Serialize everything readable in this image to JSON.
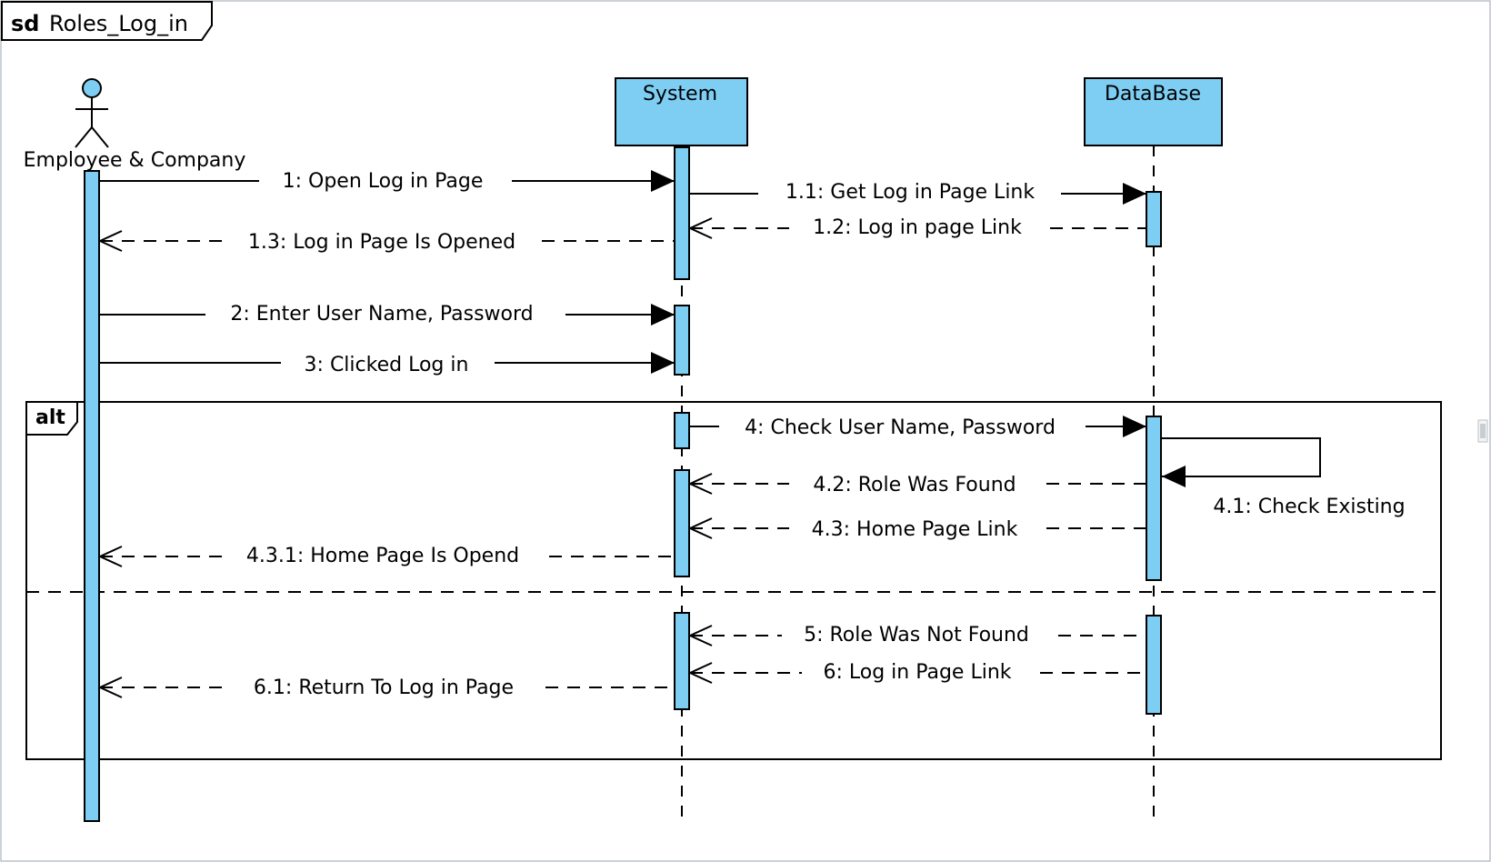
{
  "frame": {
    "keyword": "sd",
    "name": "Roles_Log_in"
  },
  "participants": {
    "actor": "Employee & Company",
    "system": "System",
    "database": "DataBase"
  },
  "fragment": {
    "operator": "alt"
  },
  "messages": {
    "m1": "1: Open Log in Page",
    "m1_1": "1.1: Get Log in Page Link",
    "m1_2": "1.2: Log in page Link",
    "m1_3": "1.3: Log in Page Is Opened",
    "m2": "2: Enter User Name, Password",
    "m3": "3: Clicked Log in",
    "m4": "4: Check User Name, Password",
    "m4_1": "4.1: Check Existing",
    "m4_2": "4.2: Role Was Found",
    "m4_3": "4.3: Home Page Link",
    "m4_3_1": "4.3.1: Home Page Is Opend",
    "m5": "5: Role Was Not Found",
    "m6": "6: Log in Page Link",
    "m6_1": "6.1: Return To Log in Page"
  },
  "colors": {
    "activation": "#7ecef4",
    "line": "#000000"
  }
}
